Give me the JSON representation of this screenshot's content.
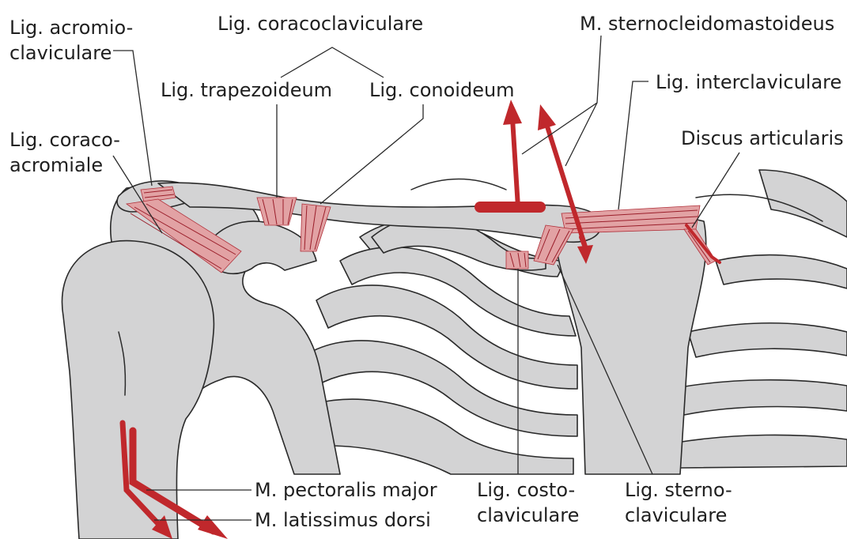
{
  "diagram": {
    "labels": {
      "acromioclaviculare_line1": "Lig. acromio-",
      "acromioclaviculare_line2": "claviculare",
      "coracoclaviculare": "Lig. coracoclaviculare",
      "trapezoideum": "Lig. trapezoideum",
      "conoideum": "Lig. conoideum",
      "sternocleidomastoideus": "M. sternocleidomastoideus",
      "interclaviculare": "Lig. interclaviculare",
      "discus_articularis": "Discus articularis",
      "coracoacromiale_line1": "Lig. coraco-",
      "coracoacromiale_line2": "acromiale",
      "pectoralis_major": "M. pectoralis major",
      "latissimus_dorsi": "M. latissimus dorsi",
      "costoclaviculare_line1": "Lig. costo-",
      "costoclaviculare_line2": "claviculare",
      "sternoclaviculare_line1": "Lig. sterno-",
      "sternoclaviculare_line2": "claviculare"
    },
    "colors": {
      "bone": "#d3d3d4",
      "outline": "#2a2a2a",
      "ligament": "#e2a2a4",
      "muscle_arrow": "#c0282c",
      "label": "#1f1f1f"
    }
  }
}
